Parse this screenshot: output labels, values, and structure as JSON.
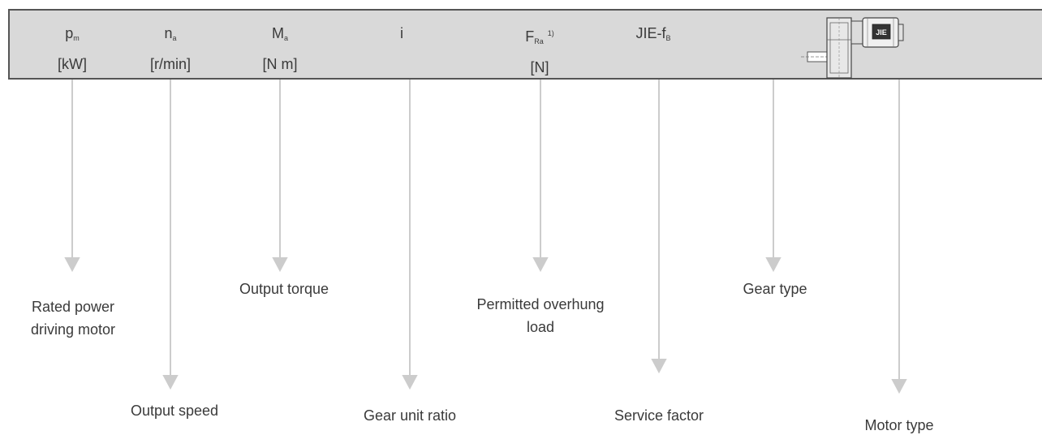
{
  "columns": [
    {
      "symbol": "p",
      "sub": "m",
      "sup": "",
      "unit": "[kW]",
      "label_lines": [
        "Rated power",
        "driving motor"
      ]
    },
    {
      "symbol": "n",
      "sub": "a",
      "sup": "",
      "unit": "[r/min]",
      "label_lines": [
        "Output speed"
      ]
    },
    {
      "symbol": "M",
      "sub": "a",
      "sup": "",
      "unit": "[N m]",
      "label_lines": [
        "Output torque"
      ]
    },
    {
      "symbol": "i",
      "sub": "",
      "sup": "",
      "unit": "",
      "label_lines": [
        "Gear unit ratio"
      ]
    },
    {
      "symbol": "F",
      "sub": "Ra",
      "sup": "1)",
      "unit": "[N]",
      "label_lines": [
        "Permitted overhung",
        "load"
      ]
    },
    {
      "symbol": "JIE-f",
      "sub": "B",
      "sup": "",
      "unit": "",
      "label_lines": [
        "Service factor"
      ]
    },
    {
      "symbol": "",
      "sub": "",
      "sup": "",
      "unit": "",
      "label_lines": [
        "Gear type"
      ]
    },
    {
      "symbol": "",
      "sub": "",
      "sup": "",
      "unit": "",
      "label_lines": [
        "Motor type"
      ]
    }
  ],
  "gearmotor_logo_text": "JIE",
  "colors": {
    "header_bg": "#d9d9d9",
    "header_border": "#555555",
    "arrow": "#cccccc",
    "text": "#3a3a3a"
  }
}
